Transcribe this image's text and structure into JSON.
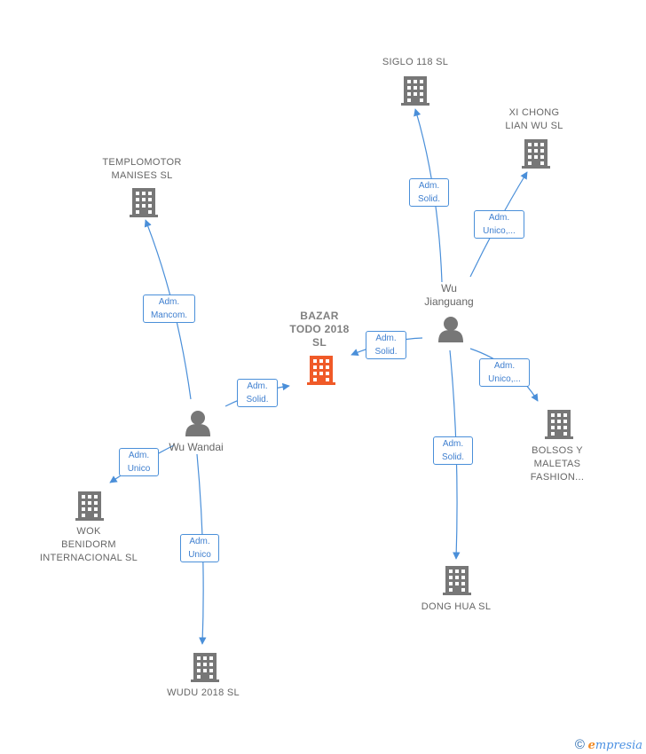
{
  "colors": {
    "edge": "#4a8fd9",
    "building": "#777777",
    "building_main": "#f05a28",
    "person": "#777777"
  },
  "companies": [
    {
      "id": "bazar",
      "label": [
        "BAZAR",
        "TODO 2018",
        "SL"
      ],
      "main": true
    },
    {
      "id": "siglo",
      "label": [
        "SIGLO 118 SL"
      ]
    },
    {
      "id": "xichong",
      "label": [
        "XI CHONG",
        "LIAN WU  SL"
      ]
    },
    {
      "id": "templomotor",
      "label": [
        "TEMPLOMOTOR",
        "MANISES  SL"
      ]
    },
    {
      "id": "bolsos",
      "label": [
        "BOLSOS Y",
        "MALETAS",
        "FASHION..."
      ]
    },
    {
      "id": "wok",
      "label": [
        "WOK",
        "BENIDORM",
        "INTERNACIONAL SL"
      ]
    },
    {
      "id": "donghua",
      "label": [
        "DONG HUA SL"
      ]
    },
    {
      "id": "wudu",
      "label": [
        "WUDU 2018  SL"
      ]
    }
  ],
  "persons": [
    {
      "id": "jianguang",
      "label": [
        "Wu",
        "Jianguang"
      ]
    },
    {
      "id": "wandai",
      "label": [
        "Wu Wandai"
      ]
    }
  ],
  "edges": [
    {
      "id": "e1",
      "label": [
        "Adm.",
        "Solid."
      ]
    },
    {
      "id": "e2",
      "label": [
        "Adm.",
        "Unico,..."
      ]
    },
    {
      "id": "e3",
      "label": [
        "Adm.",
        "Solid."
      ]
    },
    {
      "id": "e4",
      "label": [
        "Adm.",
        "Unico,..."
      ]
    },
    {
      "id": "e5",
      "label": [
        "Adm.",
        "Solid."
      ]
    },
    {
      "id": "e6",
      "label": [
        "Adm.",
        "Mancom."
      ]
    },
    {
      "id": "e7",
      "label": [
        "Adm.",
        "Solid."
      ]
    },
    {
      "id": "e8",
      "label": [
        "Adm.",
        "Unico"
      ]
    },
    {
      "id": "e9",
      "label": [
        "Adm.",
        "Unico"
      ]
    }
  ],
  "footer": {
    "copyright": "©",
    "brand_first": "e",
    "brand_rest": "mpresia"
  }
}
